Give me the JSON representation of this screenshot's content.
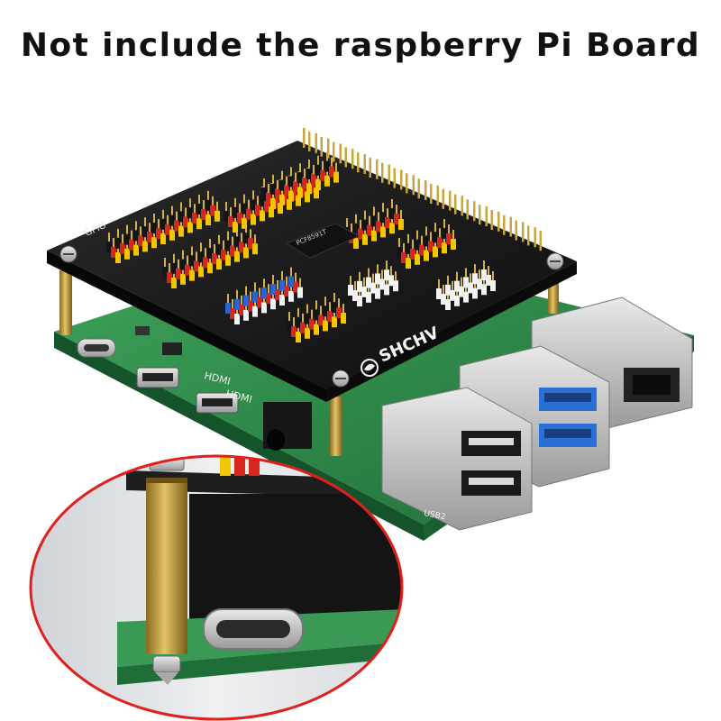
{
  "headline": "Not include the raspberry Pi Board",
  "hat_board": {
    "brand": "SHCHV",
    "chip_label": "PCF8591T",
    "corner_label": "GPIO"
  },
  "pi_board": {
    "port_labels": [
      "HDMI",
      "HDMI",
      "USB2"
    ]
  },
  "colors": {
    "hat_pcb": "#1c1c1c",
    "pi_pcb": "#2e8b4a",
    "standoff": "#c9a23a",
    "header_red": "#d8261f",
    "header_yellow": "#f2c600",
    "header_black": "#151515",
    "header_blue": "#2a64d6",
    "header_white": "#f2f2f2",
    "inset_ring": "#e0201c"
  },
  "icons": [
    "usb-c-port-icon",
    "ethernet-port-icon",
    "usb3-port-icon",
    "usb2-port-icon",
    "screw-icon"
  ]
}
